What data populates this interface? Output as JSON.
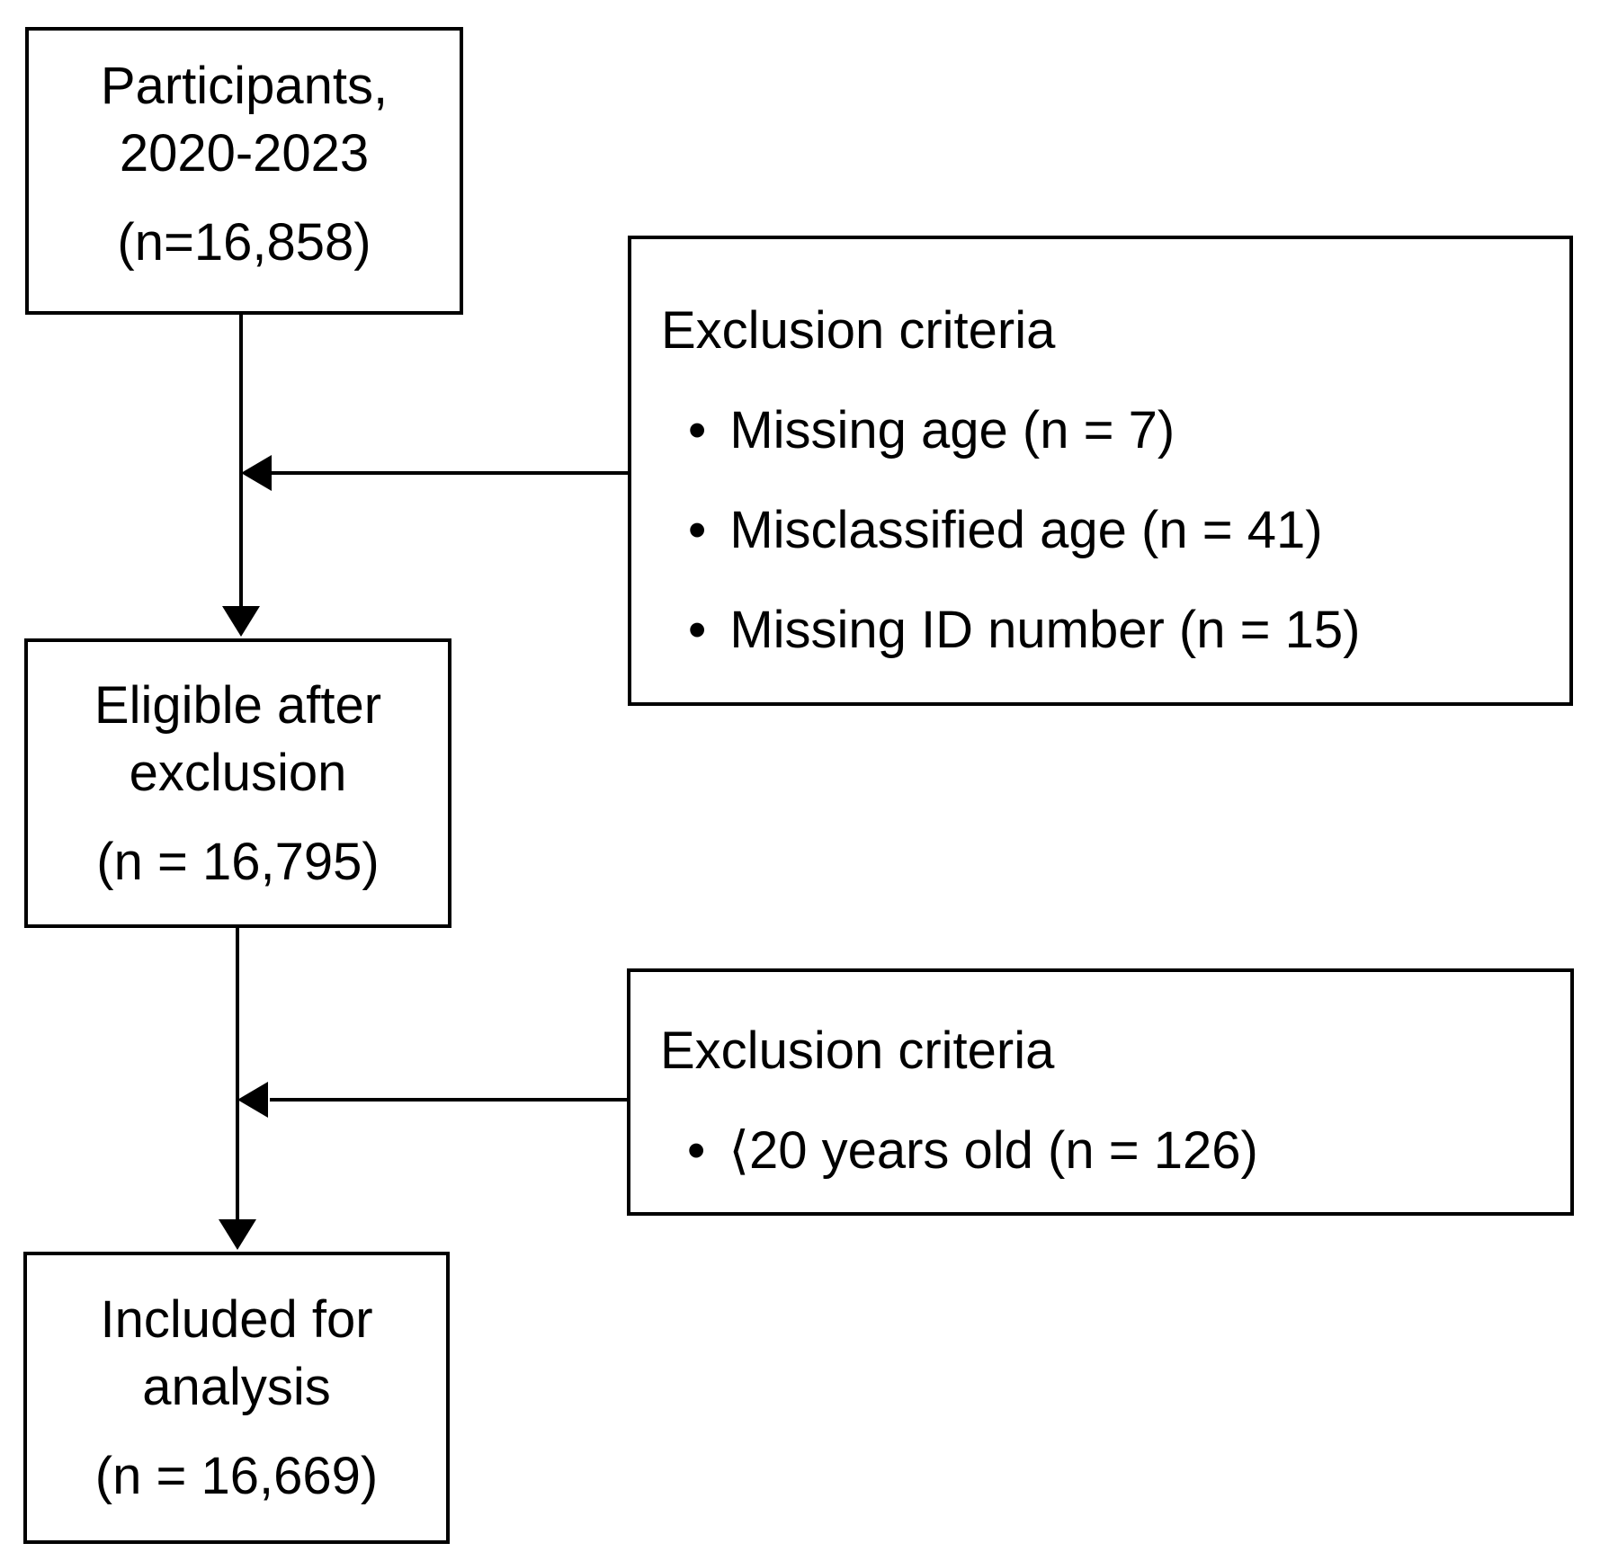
{
  "figure": {
    "type": "participant-flow-diagram",
    "background_color": "#ffffff",
    "line_color": "#000000",
    "bullet_glyph": "•",
    "boxes": {
      "participants": {
        "title_lines": [
          "Participants,",
          "2020-2023"
        ],
        "n_label": "(n=16,858)"
      },
      "exclusion_1": {
        "header": "Exclusion criteria",
        "bullets": [
          "Missing age (n = 7)",
          "Misclassified age (n = 41)",
          "Missing ID number (n = 15)"
        ]
      },
      "eligible": {
        "title_lines": [
          "Eligible after",
          "exclusion"
        ],
        "n_label": "(n = 16,795)"
      },
      "exclusion_2": {
        "header": "Exclusion criteria",
        "bullets": [
          "⟨20 years old (n = 126)"
        ]
      },
      "included": {
        "title_lines": [
          "Included for",
          "analysis"
        ],
        "n_label": "(n = 16,669)"
      }
    }
  }
}
